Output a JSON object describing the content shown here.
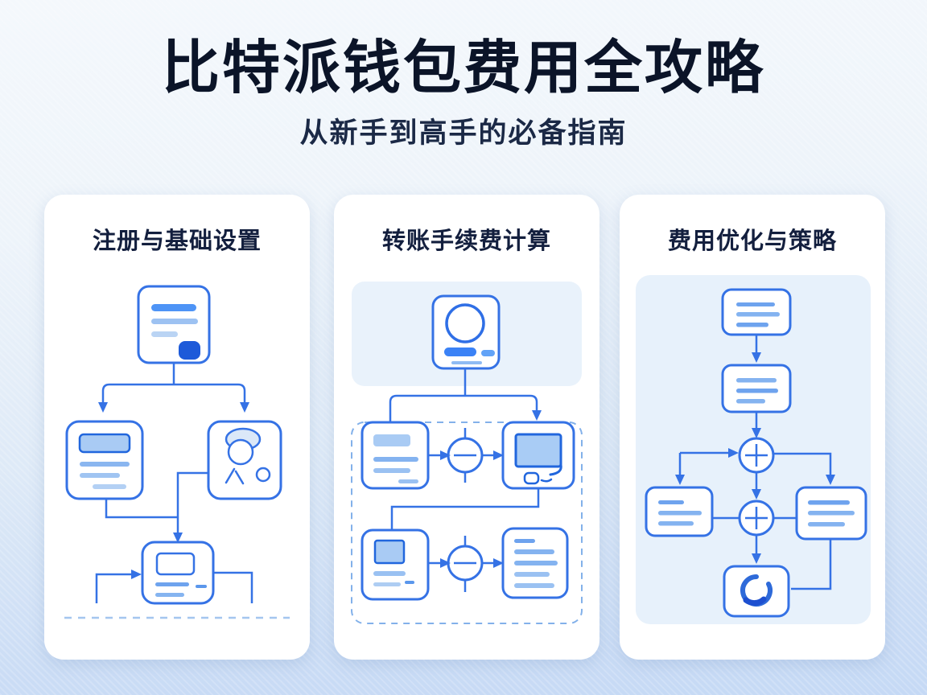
{
  "page": {
    "title": "比特派钱包费用全攻略",
    "subtitle": "从新手到高手的必备指南"
  },
  "cards": [
    {
      "title": "注册与基础设置"
    },
    {
      "title": "转账手续费计算"
    },
    {
      "title": "费用优化与策略"
    }
  ],
  "icons": {
    "card1": [
      "document-icon",
      "form-icon",
      "user-avatar-icon",
      "confirmation-card-icon"
    ],
    "card2": [
      "profile-badge-icon",
      "invoice-icon",
      "plus-node-icon",
      "monitor-icon",
      "image-document-icon",
      "receipt-icon"
    ],
    "card3": [
      "note-icon",
      "plus-node-icon",
      "refresh-icon"
    ]
  },
  "colors": {
    "accent_blue": "#3572e5",
    "deep_blue": "#1d5ad9",
    "light_fill": "#a9cbf4",
    "panel_blue": "#e8f2fb",
    "dashed_blue": "#85b2e8",
    "background_top": "#f4f8fc",
    "background_bottom": "#c5d9f5",
    "title_text": "#0b1428",
    "card_background": "#ffffff"
  }
}
